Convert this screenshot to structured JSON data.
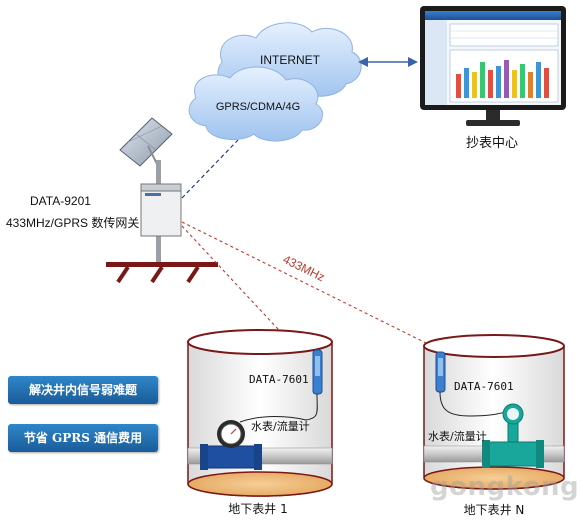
{
  "internet_label": "INTERNET",
  "network_label": "GPRS/CDMA/4G",
  "center_label": "抄表中心",
  "gateway": {
    "model": "DATA-9201",
    "description": "433MHz/GPRS 数传网关"
  },
  "wireless_label": "433MHz",
  "well_1": {
    "label": "地下表井 1",
    "device": "DATA-7601",
    "meter_label": "水表/流量计"
  },
  "well_n": {
    "label": "地下表井 N",
    "device": "DATA-7601",
    "meter_label": "水表/流量计"
  },
  "features": [
    {
      "text": "解决井内信号弱难题"
    },
    {
      "text": "节省 GPRS 通信费用"
    }
  ],
  "watermark": "gongkong",
  "colors": {
    "badge": "#2175b8",
    "wireless_link": "#c0392b",
    "network_link": "#1f3d7a",
    "well_rim": "#7a1717",
    "cloud": "#bcd6f5"
  },
  "icons": [
    "cloud-icon",
    "monitor-icon",
    "solar-panel-icon",
    "gateway-box-icon",
    "water-meter-icon",
    "flow-meter-icon",
    "sensor-probe-icon"
  ]
}
